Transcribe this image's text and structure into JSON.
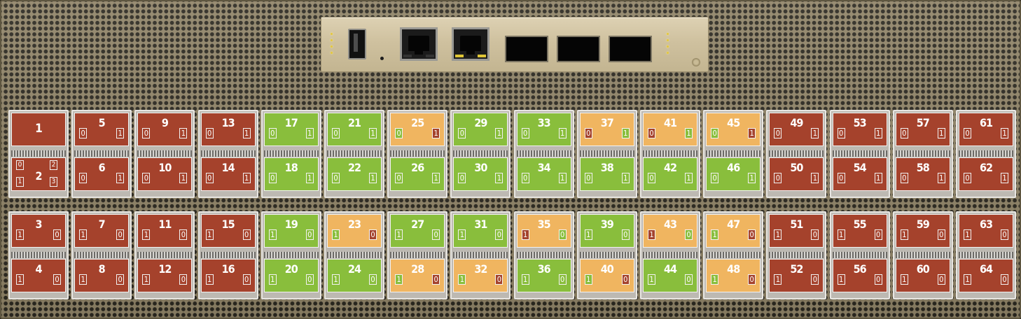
{
  "management_panel": {
    "usb_port": "usb-port",
    "ethernet_ports": [
      {
        "id": "rj45-1",
        "link_led": "off"
      },
      {
        "id": "rj45-2",
        "link_led": "on"
      }
    ],
    "sfp_ports": [
      "sfp-1",
      "sfp-2",
      "sfp-3"
    ],
    "colors": {
      "led": "#e3c63e",
      "chassis": "#8f8367"
    }
  },
  "colors": {
    "red": "#a5422c",
    "green": "#89be3c",
    "orange": "#f0b560"
  },
  "top_bank": [
    {
      "upper": {
        "n": "1",
        "color": "red",
        "mode": "single",
        "lanes": []
      },
      "lower": {
        "n": "2",
        "color": "red",
        "mode": "quad",
        "lanes": [
          "0",
          "1",
          "2",
          "3"
        ]
      }
    },
    {
      "upper": {
        "n": "5",
        "color": "red",
        "lanes": [
          "0",
          "1"
        ],
        "fills": [
          "",
          ""
        ]
      },
      "lower": {
        "n": "6",
        "color": "red",
        "lanes": [
          "0",
          "1"
        ],
        "fills": [
          "",
          ""
        ]
      }
    },
    {
      "upper": {
        "n": "9",
        "color": "red",
        "lanes": [
          "0",
          "1"
        ],
        "fills": [
          "",
          ""
        ]
      },
      "lower": {
        "n": "10",
        "color": "red",
        "lanes": [
          "0",
          "1"
        ],
        "fills": [
          "",
          ""
        ]
      }
    },
    {
      "upper": {
        "n": "13",
        "color": "red",
        "lanes": [
          "0",
          "1"
        ],
        "fills": [
          "",
          ""
        ]
      },
      "lower": {
        "n": "14",
        "color": "red",
        "lanes": [
          "0",
          "1"
        ],
        "fills": [
          "",
          ""
        ]
      }
    },
    {
      "upper": {
        "n": "17",
        "color": "green",
        "lanes": [
          "0",
          "1"
        ],
        "fills": [
          "",
          ""
        ]
      },
      "lower": {
        "n": "18",
        "color": "green",
        "lanes": [
          "0",
          "1"
        ],
        "fills": [
          "",
          ""
        ]
      }
    },
    {
      "upper": {
        "n": "21",
        "color": "green",
        "lanes": [
          "0",
          "1"
        ],
        "fills": [
          "",
          ""
        ]
      },
      "lower": {
        "n": "22",
        "color": "green",
        "lanes": [
          "0",
          "1"
        ],
        "fills": [
          "",
          ""
        ]
      }
    },
    {
      "upper": {
        "n": "25",
        "color": "orange",
        "lanes": [
          "0",
          "1"
        ],
        "fills": [
          "green",
          "red"
        ]
      },
      "lower": {
        "n": "26",
        "color": "green",
        "lanes": [
          "0",
          "1"
        ],
        "fills": [
          "",
          ""
        ]
      }
    },
    {
      "upper": {
        "n": "29",
        "color": "green",
        "lanes": [
          "0",
          "1"
        ],
        "fills": [
          "",
          ""
        ]
      },
      "lower": {
        "n": "30",
        "color": "green",
        "lanes": [
          "0",
          "1"
        ],
        "fills": [
          "",
          ""
        ]
      }
    },
    {
      "upper": {
        "n": "33",
        "color": "green",
        "lanes": [
          "0",
          "1"
        ],
        "fills": [
          "",
          ""
        ]
      },
      "lower": {
        "n": "34",
        "color": "green",
        "lanes": [
          "0",
          "1"
        ],
        "fills": [
          "",
          ""
        ]
      }
    },
    {
      "upper": {
        "n": "37",
        "color": "orange",
        "lanes": [
          "0",
          "1"
        ],
        "fills": [
          "red",
          "green"
        ]
      },
      "lower": {
        "n": "38",
        "color": "green",
        "lanes": [
          "0",
          "1"
        ],
        "fills": [
          "",
          ""
        ]
      }
    },
    {
      "upper": {
        "n": "41",
        "color": "orange",
        "lanes": [
          "0",
          "1"
        ],
        "fills": [
          "red",
          "green"
        ]
      },
      "lower": {
        "n": "42",
        "color": "green",
        "lanes": [
          "0",
          "1"
        ],
        "fills": [
          "",
          ""
        ]
      }
    },
    {
      "upper": {
        "n": "45",
        "color": "orange",
        "lanes": [
          "0",
          "1"
        ],
        "fills": [
          "green",
          "red"
        ]
      },
      "lower": {
        "n": "46",
        "color": "green",
        "lanes": [
          "0",
          "1"
        ],
        "fills": [
          "",
          ""
        ]
      }
    },
    {
      "upper": {
        "n": "49",
        "color": "red",
        "lanes": [
          "0",
          "1"
        ],
        "fills": [
          "",
          ""
        ]
      },
      "lower": {
        "n": "50",
        "color": "red",
        "lanes": [
          "0",
          "1"
        ],
        "fills": [
          "",
          ""
        ]
      }
    },
    {
      "upper": {
        "n": "53",
        "color": "red",
        "lanes": [
          "0",
          "1"
        ],
        "fills": [
          "",
          ""
        ]
      },
      "lower": {
        "n": "54",
        "color": "red",
        "lanes": [
          "0",
          "1"
        ],
        "fills": [
          "",
          ""
        ]
      }
    },
    {
      "upper": {
        "n": "57",
        "color": "red",
        "lanes": [
          "0",
          "1"
        ],
        "fills": [
          "",
          ""
        ]
      },
      "lower": {
        "n": "58",
        "color": "red",
        "lanes": [
          "0",
          "1"
        ],
        "fills": [
          "",
          ""
        ]
      }
    },
    {
      "upper": {
        "n": "61",
        "color": "red",
        "lanes": [
          "0",
          "1"
        ],
        "fills": [
          "",
          ""
        ]
      },
      "lower": {
        "n": "62",
        "color": "red",
        "lanes": [
          "0",
          "1"
        ],
        "fills": [
          "",
          ""
        ]
      }
    }
  ],
  "bottom_bank": [
    {
      "upper": {
        "n": "3",
        "color": "red",
        "lanes": [
          "1",
          "0"
        ],
        "fills": [
          "",
          ""
        ]
      },
      "lower": {
        "n": "4",
        "color": "red",
        "lanes": [
          "1",
          "0"
        ],
        "fills": [
          "",
          ""
        ]
      }
    },
    {
      "upper": {
        "n": "7",
        "color": "red",
        "lanes": [
          "1",
          "0"
        ],
        "fills": [
          "",
          ""
        ]
      },
      "lower": {
        "n": "8",
        "color": "red",
        "lanes": [
          "1",
          "0"
        ],
        "fills": [
          "",
          ""
        ]
      }
    },
    {
      "upper": {
        "n": "11",
        "color": "red",
        "lanes": [
          "1",
          "0"
        ],
        "fills": [
          "",
          ""
        ]
      },
      "lower": {
        "n": "12",
        "color": "red",
        "lanes": [
          "1",
          "0"
        ],
        "fills": [
          "",
          ""
        ]
      }
    },
    {
      "upper": {
        "n": "15",
        "color": "red",
        "lanes": [
          "1",
          "0"
        ],
        "fills": [
          "",
          ""
        ]
      },
      "lower": {
        "n": "16",
        "color": "red",
        "lanes": [
          "1",
          "0"
        ],
        "fills": [
          "",
          ""
        ]
      }
    },
    {
      "upper": {
        "n": "19",
        "color": "green",
        "lanes": [
          "1",
          "0"
        ],
        "fills": [
          "",
          ""
        ]
      },
      "lower": {
        "n": "20",
        "color": "green",
        "lanes": [
          "1",
          "0"
        ],
        "fills": [
          "",
          ""
        ]
      }
    },
    {
      "upper": {
        "n": "23",
        "color": "orange",
        "lanes": [
          "1",
          "0"
        ],
        "fills": [
          "green",
          "red"
        ]
      },
      "lower": {
        "n": "24",
        "color": "green",
        "lanes": [
          "1",
          "0"
        ],
        "fills": [
          "",
          ""
        ]
      }
    },
    {
      "upper": {
        "n": "27",
        "color": "green",
        "lanes": [
          "1",
          "0"
        ],
        "fills": [
          "",
          ""
        ]
      },
      "lower": {
        "n": "28",
        "color": "orange",
        "lanes": [
          "1",
          "0"
        ],
        "fills": [
          "green",
          "red"
        ]
      }
    },
    {
      "upper": {
        "n": "31",
        "color": "green",
        "lanes": [
          "1",
          "0"
        ],
        "fills": [
          "",
          ""
        ]
      },
      "lower": {
        "n": "32",
        "color": "orange",
        "lanes": [
          "1",
          "0"
        ],
        "fills": [
          "green",
          "red"
        ]
      }
    },
    {
      "upper": {
        "n": "35",
        "color": "orange",
        "lanes": [
          "1",
          "0"
        ],
        "fills": [
          "red",
          "green"
        ]
      },
      "lower": {
        "n": "36",
        "color": "green",
        "lanes": [
          "1",
          "0"
        ],
        "fills": [
          "",
          ""
        ]
      }
    },
    {
      "upper": {
        "n": "39",
        "color": "green",
        "lanes": [
          "1",
          "0"
        ],
        "fills": [
          "",
          ""
        ]
      },
      "lower": {
        "n": "40",
        "color": "orange",
        "lanes": [
          "1",
          "0"
        ],
        "fills": [
          "green",
          "red"
        ]
      }
    },
    {
      "upper": {
        "n": "43",
        "color": "orange",
        "lanes": [
          "1",
          "0"
        ],
        "fills": [
          "red",
          "green"
        ]
      },
      "lower": {
        "n": "44",
        "color": "green",
        "lanes": [
          "1",
          "0"
        ],
        "fills": [
          "",
          ""
        ]
      }
    },
    {
      "upper": {
        "n": "47",
        "color": "orange",
        "lanes": [
          "1",
          "0"
        ],
        "fills": [
          "green",
          "red"
        ]
      },
      "lower": {
        "n": "48",
        "color": "orange",
        "lanes": [
          "1",
          "0"
        ],
        "fills": [
          "green",
          "red"
        ]
      }
    },
    {
      "upper": {
        "n": "51",
        "color": "red",
        "lanes": [
          "1",
          "0"
        ],
        "fills": [
          "",
          ""
        ]
      },
      "lower": {
        "n": "52",
        "color": "red",
        "lanes": [
          "1",
          "0"
        ],
        "fills": [
          "",
          ""
        ]
      }
    },
    {
      "upper": {
        "n": "55",
        "color": "red",
        "lanes": [
          "1",
          "0"
        ],
        "fills": [
          "",
          ""
        ]
      },
      "lower": {
        "n": "56",
        "color": "red",
        "lanes": [
          "1",
          "0"
        ],
        "fills": [
          "",
          ""
        ]
      }
    },
    {
      "upper": {
        "n": "59",
        "color": "red",
        "lanes": [
          "1",
          "0"
        ],
        "fills": [
          "",
          ""
        ]
      },
      "lower": {
        "n": "60",
        "color": "red",
        "lanes": [
          "1",
          "0"
        ],
        "fills": [
          "",
          ""
        ]
      }
    },
    {
      "upper": {
        "n": "63",
        "color": "red",
        "lanes": [
          "1",
          "0"
        ],
        "fills": [
          "",
          ""
        ]
      },
      "lower": {
        "n": "64",
        "color": "red",
        "lanes": [
          "1",
          "0"
        ],
        "fills": [
          "",
          ""
        ]
      }
    }
  ]
}
